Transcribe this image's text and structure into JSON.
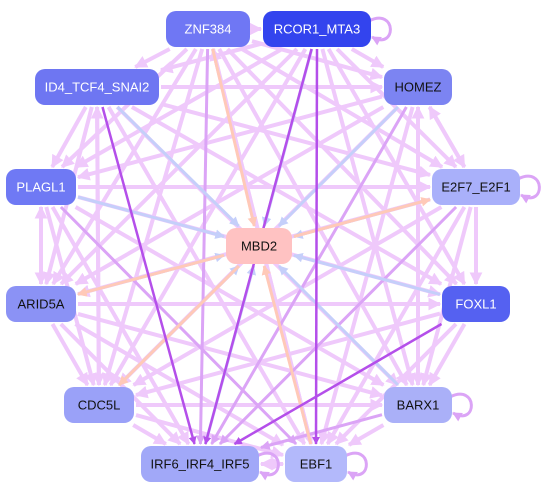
{
  "nodes": [
    {
      "id": "ZNF384",
      "label": "ZNF384",
      "fill": "#6f77f4",
      "text": "#ffffff"
    },
    {
      "id": "RCOR1_MTA3",
      "label": "RCOR1_MTA3",
      "fill": "#3344ee",
      "text": "#ffffff"
    },
    {
      "id": "ID4_TCF4_SNAI2",
      "label": "ID4_TCF4_SNAI2",
      "fill": "#6e76f2",
      "text": "#ffffff"
    },
    {
      "id": "HOMEZ",
      "label": "HOMEZ",
      "fill": "#7c84f2",
      "text": "#111111"
    },
    {
      "id": "PLAGL1",
      "label": "PLAGL1",
      "fill": "#6f79f4",
      "text": "#ffffff"
    },
    {
      "id": "E2F7_E2F1",
      "label": "E2F7_E2F1",
      "fill": "#a9b0fa",
      "text": "#111111"
    },
    {
      "id": "MBD2",
      "label": "MBD2",
      "fill": "#ffc2c2",
      "text": "#111111"
    },
    {
      "id": "ARID5A",
      "label": "ARID5A",
      "fill": "#8b92f5",
      "text": "#111111"
    },
    {
      "id": "FOXL1",
      "label": "FOXL1",
      "fill": "#5561f1",
      "text": "#ffffff"
    },
    {
      "id": "CDC5L",
      "label": "CDC5L",
      "fill": "#9aa1f8",
      "text": "#111111"
    },
    {
      "id": "BARX1",
      "label": "BARX1",
      "fill": "#aab0f8",
      "text": "#111111"
    },
    {
      "id": "IRF6_IRF4_IRF5",
      "label": "IRF6_IRF4_IRF5",
      "fill": "#a1a8f8",
      "text": "#111111"
    },
    {
      "id": "EBF1",
      "label": "EBF1",
      "fill": "#b3b9fb",
      "text": "#111111"
    }
  ],
  "edge_colors": {
    "light": "#efc9fb",
    "medium": "#dba4f6",
    "dark": "#b44fea",
    "blue": "#c5cffa",
    "peach": "#ffc9b8"
  },
  "edges": [
    {
      "from": "ZNF384",
      "to": "MBD2",
      "color": "peach"
    },
    {
      "from": "RCOR1_MTA3",
      "to": "MBD2",
      "color": "blue"
    },
    {
      "from": "HOMEZ",
      "to": "MBD2",
      "color": "blue"
    },
    {
      "from": "E2F7_E2F1",
      "to": "MBD2",
      "color": "blue"
    },
    {
      "from": "FOXL1",
      "to": "MBD2",
      "color": "blue"
    },
    {
      "from": "BARX1",
      "to": "MBD2",
      "color": "blue"
    },
    {
      "from": "EBF1",
      "to": "MBD2",
      "color": "peach"
    },
    {
      "from": "IRF6_IRF4_IRF5",
      "to": "MBD2",
      "color": "blue"
    },
    {
      "from": "CDC5L",
      "to": "MBD2",
      "color": "blue"
    },
    {
      "from": "ARID5A",
      "to": "MBD2",
      "color": "blue"
    },
    {
      "from": "PLAGL1",
      "to": "MBD2",
      "color": "blue"
    },
    {
      "from": "ID4_TCF4_SNAI2",
      "to": "MBD2",
      "color": "blue"
    },
    {
      "from": "MBD2",
      "to": "ARID5A",
      "color": "peach"
    },
    {
      "from": "MBD2",
      "to": "E2F7_E2F1",
      "color": "peach"
    },
    {
      "from": "MBD2",
      "to": "CDC5L",
      "color": "peach"
    },
    {
      "from": "RCOR1_MTA3",
      "to": "IRF6_IRF4_IRF5",
      "color": "dark"
    },
    {
      "from": "RCOR1_MTA3",
      "to": "EBF1",
      "color": "dark"
    },
    {
      "from": "ID4_TCF4_SNAI2",
      "to": "IRF6_IRF4_IRF5",
      "color": "dark"
    },
    {
      "from": "FOXL1",
      "to": "IRF6_IRF4_IRF5",
      "color": "dark"
    },
    {
      "from": "ZNF384",
      "to": "IRF6_IRF4_IRF5",
      "color": "medium"
    },
    {
      "from": "HOMEZ",
      "to": "IRF6_IRF4_IRF5",
      "color": "medium"
    },
    {
      "from": "E2F7_E2F1",
      "to": "IRF6_IRF4_IRF5",
      "color": "medium"
    },
    {
      "from": "BARX1",
      "to": "IRF6_IRF4_IRF5",
      "color": "medium"
    },
    {
      "from": "PLAGL1",
      "to": "EBF1",
      "color": "medium"
    },
    {
      "from": "ZNF384",
      "to": "RCOR1_MTA3",
      "color": "light"
    },
    {
      "from": "ZNF384",
      "to": "ID4_TCF4_SNAI2",
      "color": "light"
    },
    {
      "from": "ZNF384",
      "to": "HOMEZ",
      "color": "light"
    },
    {
      "from": "ZNF384",
      "to": "PLAGL1",
      "color": "light"
    },
    {
      "from": "ZNF384",
      "to": "E2F7_E2F1",
      "color": "light"
    },
    {
      "from": "ZNF384",
      "to": "ARID5A",
      "color": "light"
    },
    {
      "from": "ZNF384",
      "to": "FOXL1",
      "color": "light"
    },
    {
      "from": "ZNF384",
      "to": "CDC5L",
      "color": "light"
    },
    {
      "from": "ZNF384",
      "to": "BARX1",
      "color": "light"
    },
    {
      "from": "ZNF384",
      "to": "EBF1",
      "color": "light"
    },
    {
      "from": "RCOR1_MTA3",
      "to": "ID4_TCF4_SNAI2",
      "color": "light"
    },
    {
      "from": "RCOR1_MTA3",
      "to": "HOMEZ",
      "color": "light"
    },
    {
      "from": "RCOR1_MTA3",
      "to": "PLAGL1",
      "color": "light"
    },
    {
      "from": "RCOR1_MTA3",
      "to": "E2F7_E2F1",
      "color": "light"
    },
    {
      "from": "RCOR1_MTA3",
      "to": "ARID5A",
      "color": "light"
    },
    {
      "from": "RCOR1_MTA3",
      "to": "FOXL1",
      "color": "light"
    },
    {
      "from": "RCOR1_MTA3",
      "to": "CDC5L",
      "color": "light"
    },
    {
      "from": "RCOR1_MTA3",
      "to": "BARX1",
      "color": "light"
    },
    {
      "from": "ID4_TCF4_SNAI2",
      "to": "HOMEZ",
      "color": "light"
    },
    {
      "from": "ID4_TCF4_SNAI2",
      "to": "PLAGL1",
      "color": "light"
    },
    {
      "from": "ID4_TCF4_SNAI2",
      "to": "E2F7_E2F1",
      "color": "light"
    },
    {
      "from": "ID4_TCF4_SNAI2",
      "to": "ARID5A",
      "color": "light"
    },
    {
      "from": "ID4_TCF4_SNAI2",
      "to": "FOXL1",
      "color": "light"
    },
    {
      "from": "ID4_TCF4_SNAI2",
      "to": "CDC5L",
      "color": "light"
    },
    {
      "from": "ID4_TCF4_SNAI2",
      "to": "BARX1",
      "color": "light"
    },
    {
      "from": "ID4_TCF4_SNAI2",
      "to": "EBF1",
      "color": "light"
    },
    {
      "from": "HOMEZ",
      "to": "PLAGL1",
      "color": "light"
    },
    {
      "from": "HOMEZ",
      "to": "E2F7_E2F1",
      "color": "light"
    },
    {
      "from": "HOMEZ",
      "to": "ARID5A",
      "color": "light"
    },
    {
      "from": "HOMEZ",
      "to": "CDC5L",
      "color": "light"
    },
    {
      "from": "HOMEZ",
      "to": "BARX1",
      "color": "light"
    },
    {
      "from": "HOMEZ",
      "to": "EBF1",
      "color": "light"
    },
    {
      "from": "PLAGL1",
      "to": "E2F7_E2F1",
      "color": "light"
    },
    {
      "from": "PLAGL1",
      "to": "ARID5A",
      "color": "light"
    },
    {
      "from": "PLAGL1",
      "to": "FOXL1",
      "color": "light"
    },
    {
      "from": "PLAGL1",
      "to": "CDC5L",
      "color": "light"
    },
    {
      "from": "PLAGL1",
      "to": "BARX1",
      "color": "light"
    },
    {
      "from": "PLAGL1",
      "to": "IRF6_IRF4_IRF5",
      "color": "light"
    },
    {
      "from": "E2F7_E2F1",
      "to": "ARID5A",
      "color": "light"
    },
    {
      "from": "E2F7_E2F1",
      "to": "FOXL1",
      "color": "light"
    },
    {
      "from": "E2F7_E2F1",
      "to": "CDC5L",
      "color": "light"
    },
    {
      "from": "E2F7_E2F1",
      "to": "BARX1",
      "color": "light"
    },
    {
      "from": "E2F7_E2F1",
      "to": "EBF1",
      "color": "light"
    },
    {
      "from": "ARID5A",
      "to": "FOXL1",
      "color": "light"
    },
    {
      "from": "ARID5A",
      "to": "CDC5L",
      "color": "light"
    },
    {
      "from": "ARID5A",
      "to": "BARX1",
      "color": "light"
    },
    {
      "from": "ARID5A",
      "to": "IRF6_IRF4_IRF5",
      "color": "light"
    },
    {
      "from": "ARID5A",
      "to": "EBF1",
      "color": "light"
    },
    {
      "from": "FOXL1",
      "to": "CDC5L",
      "color": "light"
    },
    {
      "from": "FOXL1",
      "to": "BARX1",
      "color": "light"
    },
    {
      "from": "FOXL1",
      "to": "EBF1",
      "color": "light"
    },
    {
      "from": "CDC5L",
      "to": "BARX1",
      "color": "light"
    },
    {
      "from": "CDC5L",
      "to": "IRF6_IRF4_IRF5",
      "color": "light"
    },
    {
      "from": "CDC5L",
      "to": "EBF1",
      "color": "light"
    },
    {
      "from": "BARX1",
      "to": "EBF1",
      "color": "light"
    },
    {
      "from": "IRF6_IRF4_IRF5",
      "to": "EBF1",
      "color": "light"
    },
    {
      "from": "EBF1",
      "to": "IRF6_IRF4_IRF5",
      "color": "light"
    },
    {
      "from": "BARX1",
      "to": "HOMEZ",
      "color": "light"
    },
    {
      "from": "CDC5L",
      "to": "ID4_TCF4_SNAI2",
      "color": "light"
    },
    {
      "from": "ARID5A",
      "to": "PLAGL1",
      "color": "light"
    },
    {
      "from": "E2F7_E2F1",
      "to": "HOMEZ",
      "color": "light"
    },
    {
      "from": "EBF1",
      "to": "ZNF384",
      "color": "light"
    }
  ],
  "self_loops": [
    "RCOR1_MTA3",
    "E2F7_E2F1",
    "BARX1",
    "EBF1",
    "IRF6_IRF4_IRF5"
  ]
}
